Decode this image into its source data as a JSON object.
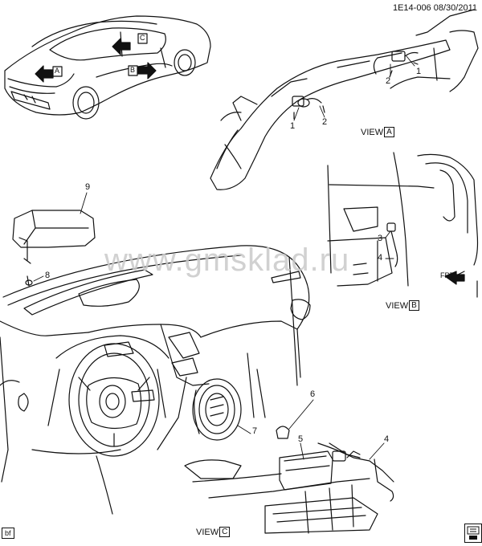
{
  "header": {
    "code": "1E14-006",
    "date": "08/30/2011"
  },
  "watermark": "www.gmsklad.ru",
  "corner_tag": "bf",
  "frt_label": "FRT",
  "views": [
    {
      "prefix": "VIEW",
      "letter": "A"
    },
    {
      "prefix": "VIEW",
      "letter": "B"
    },
    {
      "prefix": "VIEW",
      "letter": "C"
    }
  ],
  "car_markers": [
    "A",
    "B",
    "C"
  ],
  "callouts": [
    "1",
    "2",
    "1",
    "2",
    "3",
    "4",
    "9",
    "8",
    "6",
    "5",
    "4",
    "7"
  ]
}
